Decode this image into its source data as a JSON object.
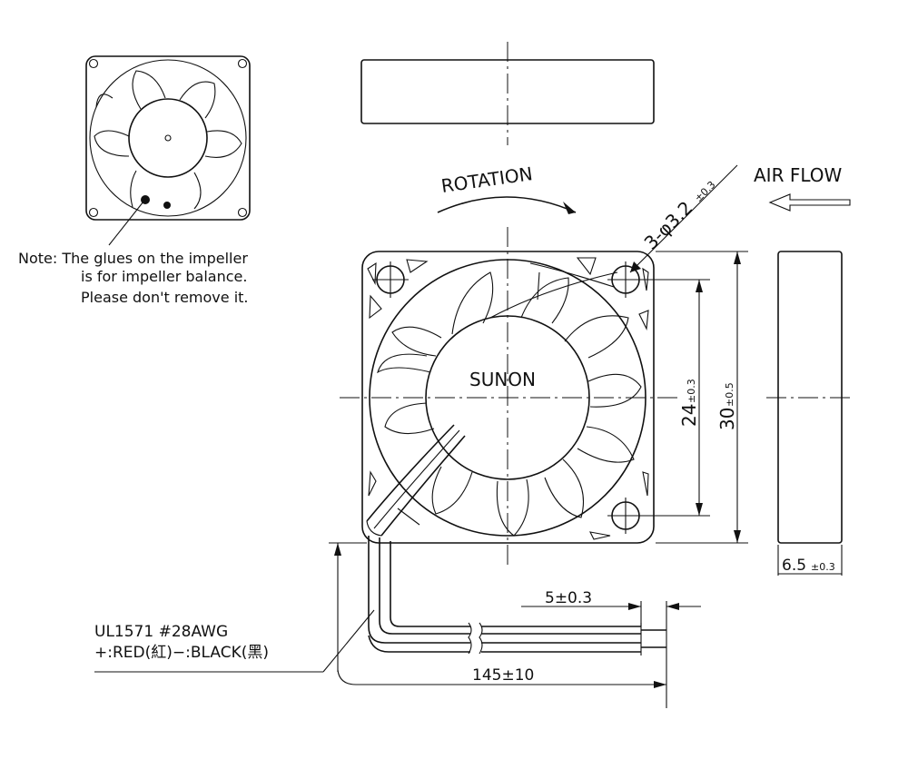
{
  "note": {
    "line1": "Note: The glues on the impeller",
    "line2": "is for impeller balance.",
    "line3": "Please don't remove it."
  },
  "rotation_label": "ROTATION",
  "airflow_label": "AIR FLOW",
  "brand_label": "SUNON",
  "dimensions": {
    "hole_prefix": "3-φ3.2",
    "hole_tol": "±0.3",
    "hole_pitch": "24",
    "hole_pitch_tol": "±0.3",
    "frame_size": "30",
    "frame_size_tol": "±0.5",
    "thickness": "6.5",
    "thickness_tol": "±0.3",
    "strip_length": "5±0.3",
    "lead_length": "145±10"
  },
  "wire": {
    "spec": "UL1571  #28AWG",
    "polarity": "+:RED(紅)−:BLACK(黑)"
  },
  "colors": {
    "line": "#111111",
    "background": "#ffffff"
  }
}
